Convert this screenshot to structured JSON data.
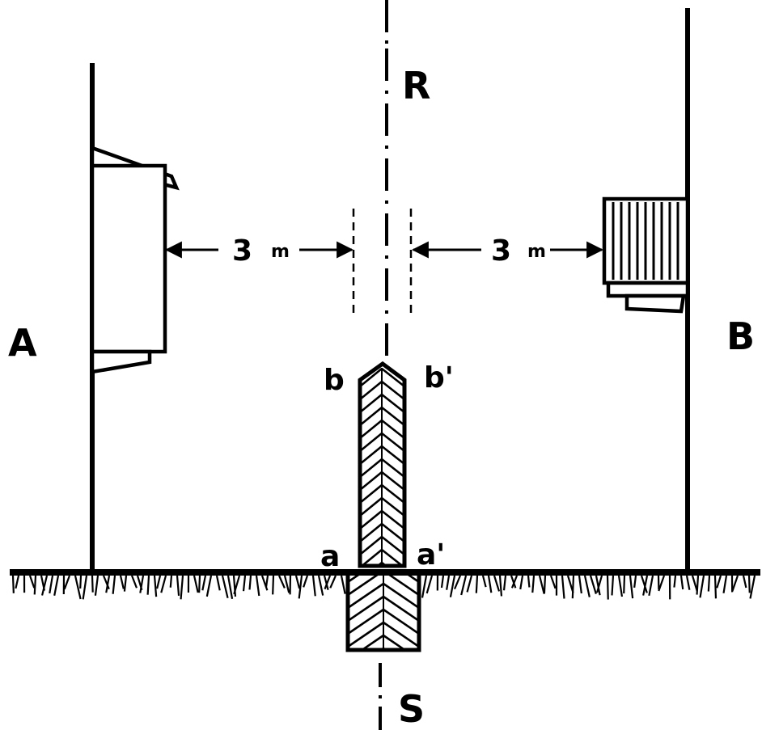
{
  "labels": {
    "R": "R",
    "S": "S",
    "A": "A",
    "B": "B",
    "b": "b",
    "b_prime": "b'",
    "a": "a",
    "a_prime": "a'"
  },
  "dimensions": {
    "left": {
      "value": "3",
      "unit": "m"
    },
    "right": {
      "value": "3",
      "unit": "m"
    }
  },
  "colors": {
    "ink": "#000000",
    "paper": "#ffffff"
  }
}
